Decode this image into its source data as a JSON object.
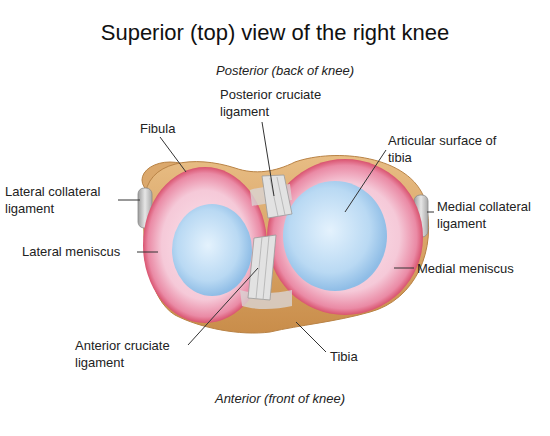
{
  "diagram": {
    "title": "Superior (top) view of the right knee",
    "labels": [
      "Posterior (back of knee)",
      "Fibula",
      "Posterior cruciate ligament",
      "Articular surface of tibia",
      "Lateral collateral ligament",
      "Medial collateral ligament",
      "Lateral meniscus",
      "Medial meniscus",
      "Anterior cruciate ligament",
      "Tibia",
      "Anterior (front of knee)"
    ]
  }
}
